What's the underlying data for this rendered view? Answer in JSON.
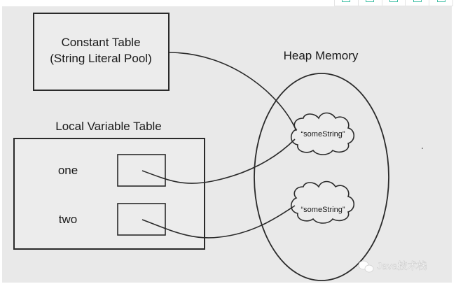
{
  "toolbar": {
    "buttons": [
      {
        "icon": "toolbar-icon-1"
      },
      {
        "icon": "toolbar-icon-2"
      },
      {
        "icon": "toolbar-icon-3"
      },
      {
        "icon": "toolbar-icon-4"
      },
      {
        "icon": "toolbar-icon-5"
      }
    ],
    "accent": "#3fbfa5"
  },
  "diagram": {
    "constant_table": {
      "line1": "Constant Table",
      "line2": "(String Literal Pool)"
    },
    "local_variable_table": {
      "title": "Local Variable Table",
      "variables": [
        {
          "name": "one"
        },
        {
          "name": "two"
        }
      ]
    },
    "heap_memory": {
      "title": "Heap Memory",
      "objects": [
        {
          "label": "“someString”"
        },
        {
          "label": "“someString”"
        }
      ]
    },
    "watermark": {
      "text": "Java技术栈",
      "icon": "wechat-icon"
    }
  },
  "colors": {
    "background": "#e9e9e9",
    "stroke": "#2a2a2a",
    "text": "#1a1a1a",
    "watermark": "#ffffff"
  }
}
